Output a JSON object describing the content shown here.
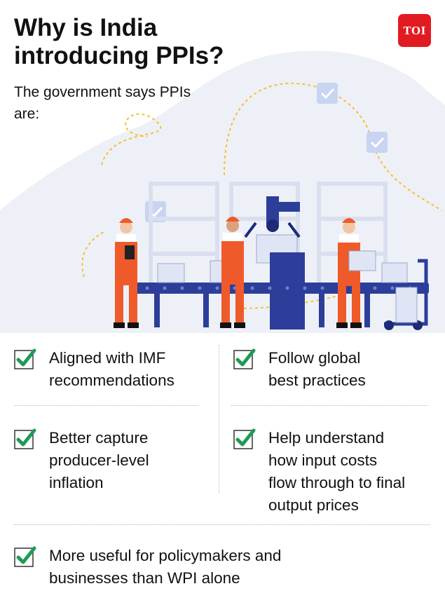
{
  "header": {
    "title": "Why is India introducing PPIs?",
    "subtitle": "The government says PPIs are:",
    "logo_text": "TOI"
  },
  "points": [
    {
      "text": "Aligned with IMF\nrecommendations"
    },
    {
      "text": "Follow global\nbest practices"
    },
    {
      "text": "Better capture\nproducer-level\ninflation"
    },
    {
      "text": "Help understand\nhow input costs\nflow through to final\noutput prices"
    },
    {
      "text": "More useful for policymakers and\nbusinesses than WPI alone"
    }
  ],
  "colors": {
    "brand_red": "#e21b22",
    "check_green": "#1f9a56",
    "worker_orange": "#ef5a2a",
    "conveyor_blue": "#2c3e9a",
    "background_blob": "#eef0f7",
    "dotted_path": "#f2c230"
  },
  "icons": [
    "check-icon",
    "toi-logo",
    "factory-illustration"
  ]
}
